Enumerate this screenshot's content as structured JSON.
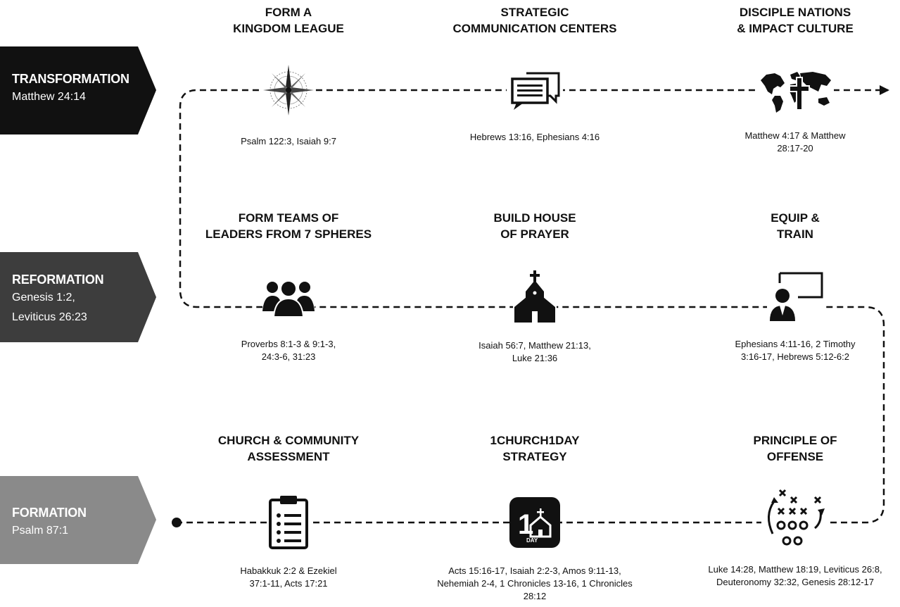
{
  "rows": [
    {
      "stage": {
        "title": "TRANSFORMATION",
        "subtitle": "Matthew 24:14",
        "color": "#111111"
      },
      "nodes": [
        {
          "title": "FORM A\nKINGDOM LEAGUE",
          "icon": "compass-rose-icon",
          "reference": "Psalm 122:3, Isaiah 9:7"
        },
        {
          "title": "STRATEGIC\nCOMMUNICATION CENTERS",
          "icon": "chat-bubbles-icon",
          "reference": "Hebrews 13:16, Ephesians 4:16"
        },
        {
          "title": "DISCIPLE NATIONS\n& IMPACT CULTURE",
          "icon": "world-map-cross-icon",
          "reference": "Matthew 4:17 & Matthew\n28:17-20"
        }
      ]
    },
    {
      "stage": {
        "title": "REFORMATION",
        "subtitle": "Genesis 1:2,\nLeviticus 26:23",
        "color": "#3d3d3d"
      },
      "nodes": [
        {
          "title": "FORM TEAMS OF\nLEADERS FROM 7 SPHERES",
          "icon": "team-people-icon",
          "reference": "Proverbs 8:1-3 & 9:1-3,\n24:3-6, 31:23"
        },
        {
          "title": "BUILD HOUSE\nOF PRAYER",
          "icon": "church-building-icon",
          "reference": "Isaiah 56:7, Matthew 21:13,\nLuke 21:36"
        },
        {
          "title": "EQUIP &\nTRAIN",
          "icon": "teacher-board-icon",
          "reference": "Ephesians 4:11-16, 2 Timothy\n3:16-17, Hebrews 5:12-6:2"
        }
      ]
    },
    {
      "stage": {
        "title": "FORMATION",
        "subtitle": "Psalm 87:1",
        "color": "#8a8a8a"
      },
      "nodes": [
        {
          "title": "CHURCH & COMMUNITY\nASSESSMENT",
          "icon": "clipboard-checklist-icon",
          "reference": "Habakkuk 2:2 & Ezekiel\n37:1-11, Acts 17:21"
        },
        {
          "title": "1CHURCH1DAY\nSTRATEGY",
          "icon": "one-church-one-day-logo-icon",
          "reference": "Acts 15:16-17, Isaiah 2:2-3, Amos 9:11-13,\nNehemiah 2-4, 1 Chronicles 13-16, 1 Chronicles\n28:12"
        },
        {
          "title": "PRINCIPLE OF\nOFFENSE",
          "icon": "play-diagram-icon",
          "reference": "Luke 14:28, Matthew 18:19, Leviticus 26:8,\nDeuteronomy 32:32, Genesis 28:12-17"
        }
      ]
    }
  ],
  "logo_text": {
    "one": "1",
    "day": "DAY"
  }
}
